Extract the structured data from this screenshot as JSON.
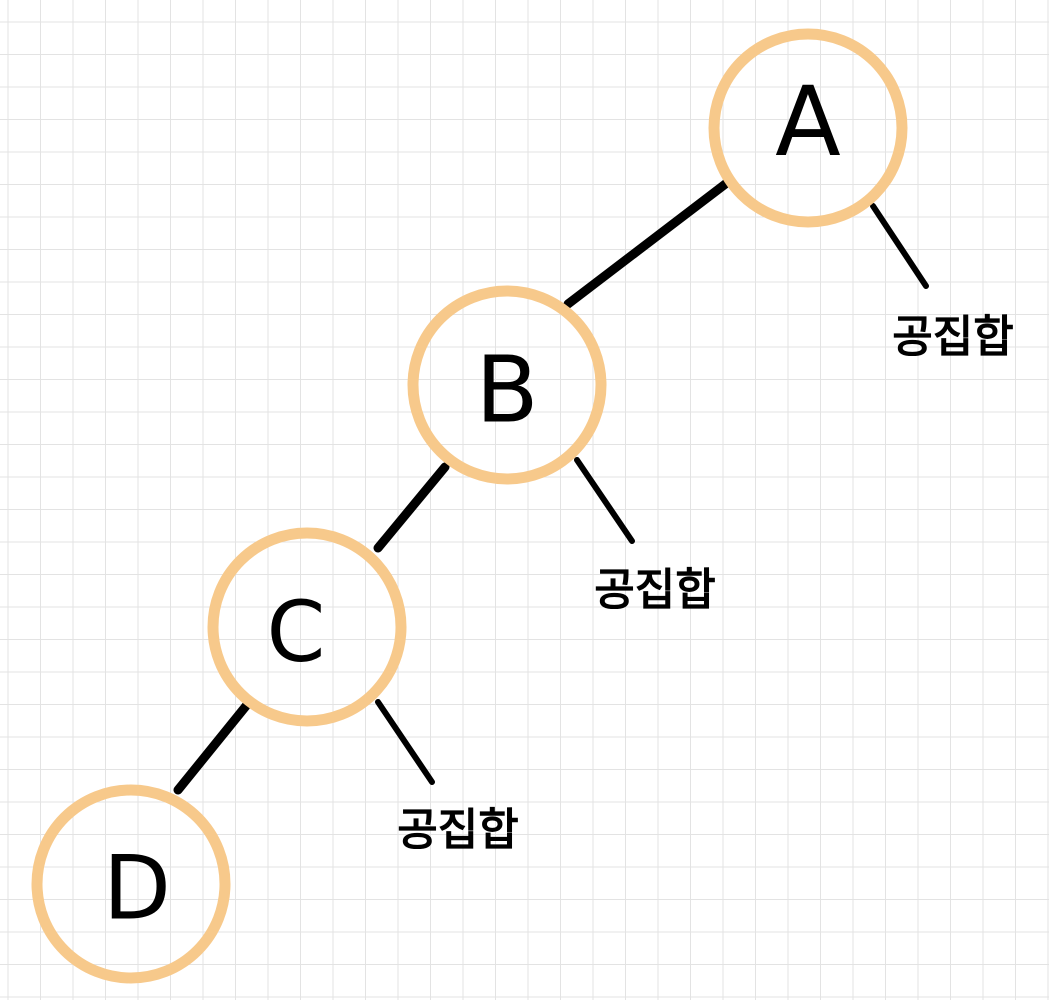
{
  "nodes": [
    {
      "id": "A",
      "label": "A"
    },
    {
      "id": "B",
      "label": "B"
    },
    {
      "id": "C",
      "label": "C"
    },
    {
      "id": "D",
      "label": "D"
    }
  ],
  "empty_set_label": "공집합",
  "colors": {
    "node_ring": "#f7c98b",
    "edge": "#000000",
    "grid": "#e3e3e3",
    "background": "#ffffff"
  }
}
